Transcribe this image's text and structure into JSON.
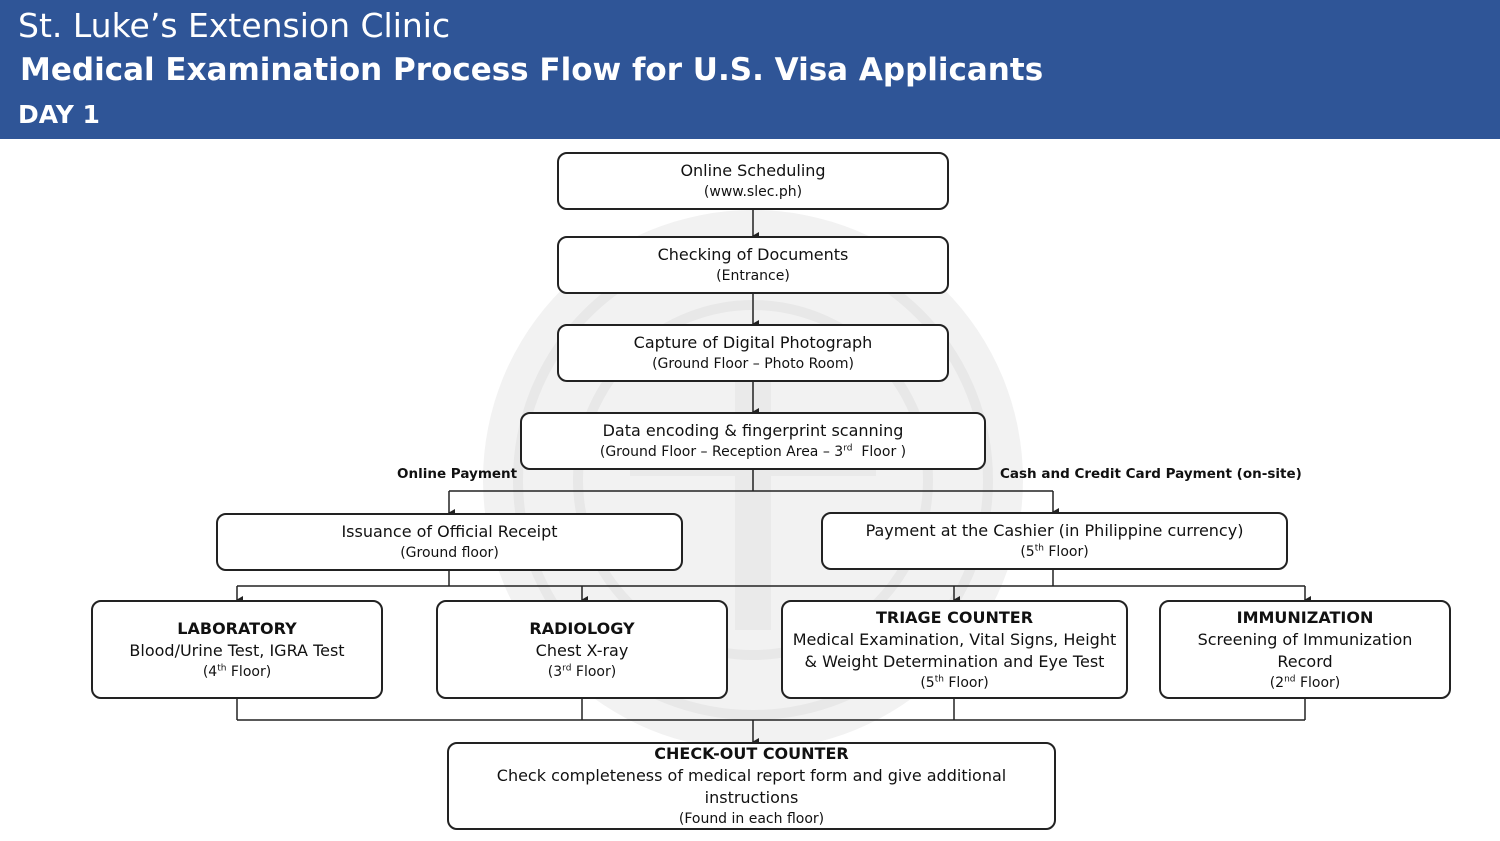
{
  "header": {
    "clinic": "St. Luke’s Extension Clinic",
    "title": "Medical Examination Process Flow for U.S. Visa Applicants",
    "day": "DAY 1"
  },
  "colors": {
    "header_bg": "#2f5597",
    "watermark": "#eeeeee"
  },
  "steps": {
    "online_scheduling": {
      "title": "Online Scheduling",
      "sub": "(www.slec.ph)"
    },
    "checking_documents": {
      "title": "Checking of Documents",
      "sub": "(Entrance)"
    },
    "photo_capture": {
      "title": "Capture of Digital Photograph",
      "sub": "(Ground Floor – Photo Room)"
    },
    "data_encoding": {
      "title": "Data encoding & fingerprint scanning",
      "sub_pre": "(Ground Floor – Reception Area – 3",
      "sub_sup": "rd",
      "sub_post": "  Floor )"
    },
    "official_receipt": {
      "title": "Issuance of Official Receipt",
      "sub": "(Ground floor)"
    },
    "cashier": {
      "title": "Payment at the Cashier (in Philippine currency)",
      "sub_pre": "(5",
      "sub_sup": "th",
      "sub_post": " Floor)"
    },
    "laboratory": {
      "title": "LABORATORY",
      "desc": "Blood/Urine Test, IGRA Test",
      "sub_pre": "(4",
      "sub_sup": "th",
      "sub_post": " Floor)"
    },
    "radiology": {
      "title": "RADIOLOGY",
      "desc": "Chest X-ray",
      "sub_pre": "(3",
      "sub_sup": "rd",
      "sub_post": " Floor)"
    },
    "triage": {
      "title": "TRIAGE COUNTER",
      "desc1": "Medical Examination, Vital Signs, Height",
      "desc2": "& Weight Determination and Eye Test",
      "sub_pre": "(5",
      "sub_sup": "th",
      "sub_post": " Floor)"
    },
    "immunization": {
      "title": "IMMUNIZATION",
      "desc1": "Screening of Immunization",
      "desc2": "Record",
      "sub_pre": "(2",
      "sub_sup": "nd",
      "sub_post": " Floor)"
    },
    "checkout": {
      "title": "CHECK-OUT COUNTER",
      "desc": "Check completeness of medical report form and give additional instructions",
      "sub": "(Found in each floor)"
    }
  },
  "branches": {
    "online_payment": "Online Payment",
    "cash_payment": "Cash and Credit Card Payment (on-site)"
  }
}
